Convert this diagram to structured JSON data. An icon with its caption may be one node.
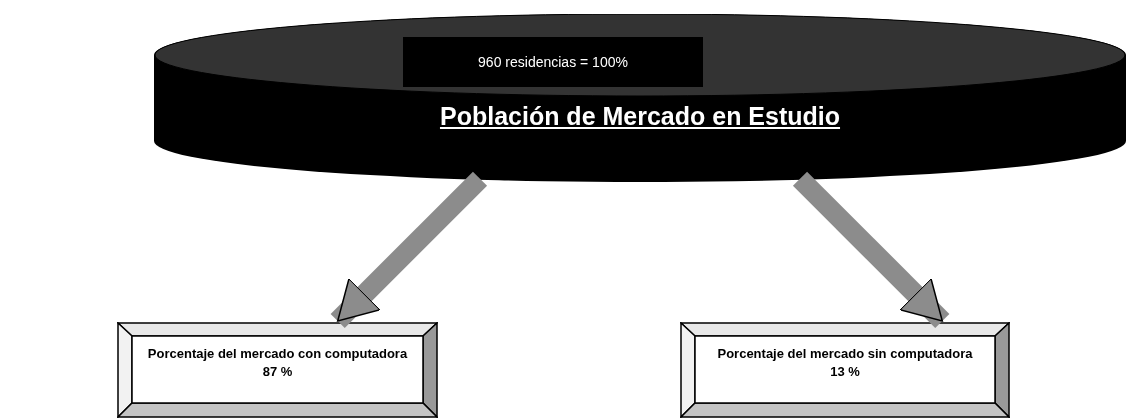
{
  "diagram": {
    "nodes": [
      {
        "text": [
          "Población de Mercado en Estudio"
        ]
      },
      {
        "text": [
          "960 residencias = 100%"
        ],
        "in": 0
      },
      {
        "text": [
          "Porcentaje del mercado con computadora",
          "87 %"
        ]
      },
      {
        "text": [
          "Porcentaje del mercado sin computadora",
          "13 %"
        ]
      }
    ],
    "edges": [
      {
        "from": 0,
        "to": 2,
        "arrow": "to"
      },
      {
        "from": 0,
        "to": 3,
        "arrow": "to"
      }
    ]
  }
}
